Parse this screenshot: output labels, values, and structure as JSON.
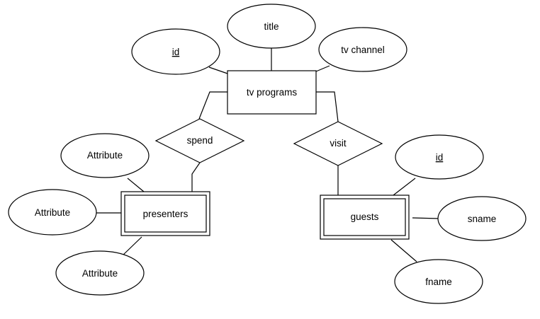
{
  "entities": {
    "tv_programs": "tv programs",
    "presenters": "presenters",
    "guests": "guests"
  },
  "relationships": {
    "spend": "spend",
    "visit": "visit"
  },
  "attributes": {
    "tv_id": "id",
    "tv_title": "title",
    "tv_channel": "tv channel",
    "presenter_attr_1": "Attribute",
    "presenter_attr_2": "Attribute",
    "presenter_attr_3": "Attribute",
    "guest_id": "id",
    "guest_sname": "sname",
    "guest_fname": "fname"
  }
}
